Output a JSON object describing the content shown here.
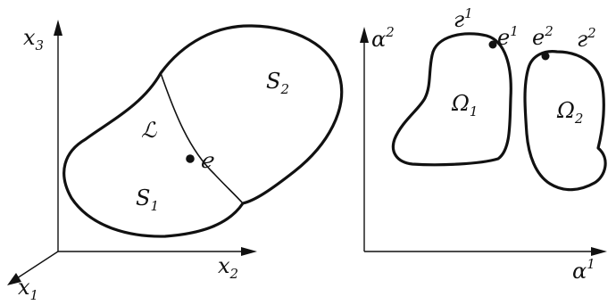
{
  "left_panel": {
    "axis_x3": {
      "base": "x",
      "sub": "3"
    },
    "axis_x2": {
      "base": "x",
      "sub": "2"
    },
    "axis_x1": {
      "base": "x",
      "sub": "1"
    },
    "region_s2": {
      "base": "S",
      "sub": "2"
    },
    "region_s1": {
      "base": "S",
      "sub": "1"
    },
    "curve_label": "ℒ",
    "point_label": "ℯ"
  },
  "right_panel": {
    "axis_alpha2": {
      "base": "α",
      "sup": "2"
    },
    "axis_alpha1": {
      "base": "α",
      "sup": "1"
    },
    "omega1": {
      "base": "Ω",
      "sub": "1"
    },
    "omega2": {
      "base": "Ω",
      "sub": "2"
    },
    "gamma1": {
      "base": "г",
      "sup": "1"
    },
    "gamma2": {
      "base": "г",
      "sup": "2"
    },
    "e1": {
      "base": "e",
      "sup": "1"
    },
    "e2": {
      "base": "e",
      "sup": "2"
    }
  }
}
